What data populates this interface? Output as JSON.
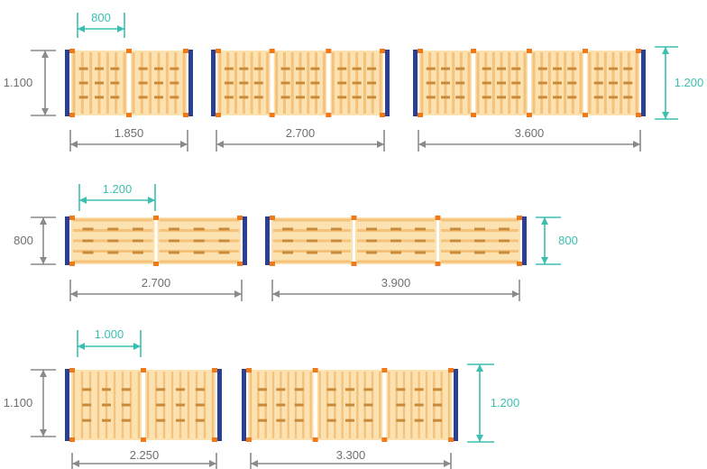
{
  "colors": {
    "frame_post": "#2b3f93",
    "beam_clip": "#f07a1a",
    "pallet_fill": "#fde2b1",
    "pallet_slat": "#f4c27a",
    "pallet_block": "#c98a3a",
    "dim_gray": "#8a8a8a",
    "dim_teal": "#3bbfb0"
  },
  "icons": {
    "pallet": "pallet-icon",
    "upright": "upright-icon"
  },
  "rows": [
    {
      "id": "row1",
      "left_height_label": "1.100",
      "right_height_label": "1.200",
      "pallet_width_label": "800",
      "bays": [
        {
          "pallets": 2,
          "orientation": "narrow",
          "width_label": "1.850"
        },
        {
          "pallets": 3,
          "orientation": "narrow",
          "width_label": "2.700"
        },
        {
          "pallets": 4,
          "orientation": "narrow",
          "width_label": "3.600"
        }
      ]
    },
    {
      "id": "row2",
      "left_height_label": "800",
      "right_height_label": "800",
      "pallet_width_label": "1.200",
      "bays": [
        {
          "pallets": 2,
          "orientation": "wide",
          "width_label": "2.700"
        },
        {
          "pallets": 3,
          "orientation": "wide",
          "width_label": "3.900"
        }
      ]
    },
    {
      "id": "row3",
      "left_height_label": "1.100",
      "right_height_label": "1.200",
      "pallet_width_label": "1.000",
      "bays": [
        {
          "pallets": 2,
          "orientation": "dense",
          "width_label": "2.250"
        },
        {
          "pallets": 3,
          "orientation": "dense",
          "width_label": "3.300"
        }
      ]
    }
  ]
}
